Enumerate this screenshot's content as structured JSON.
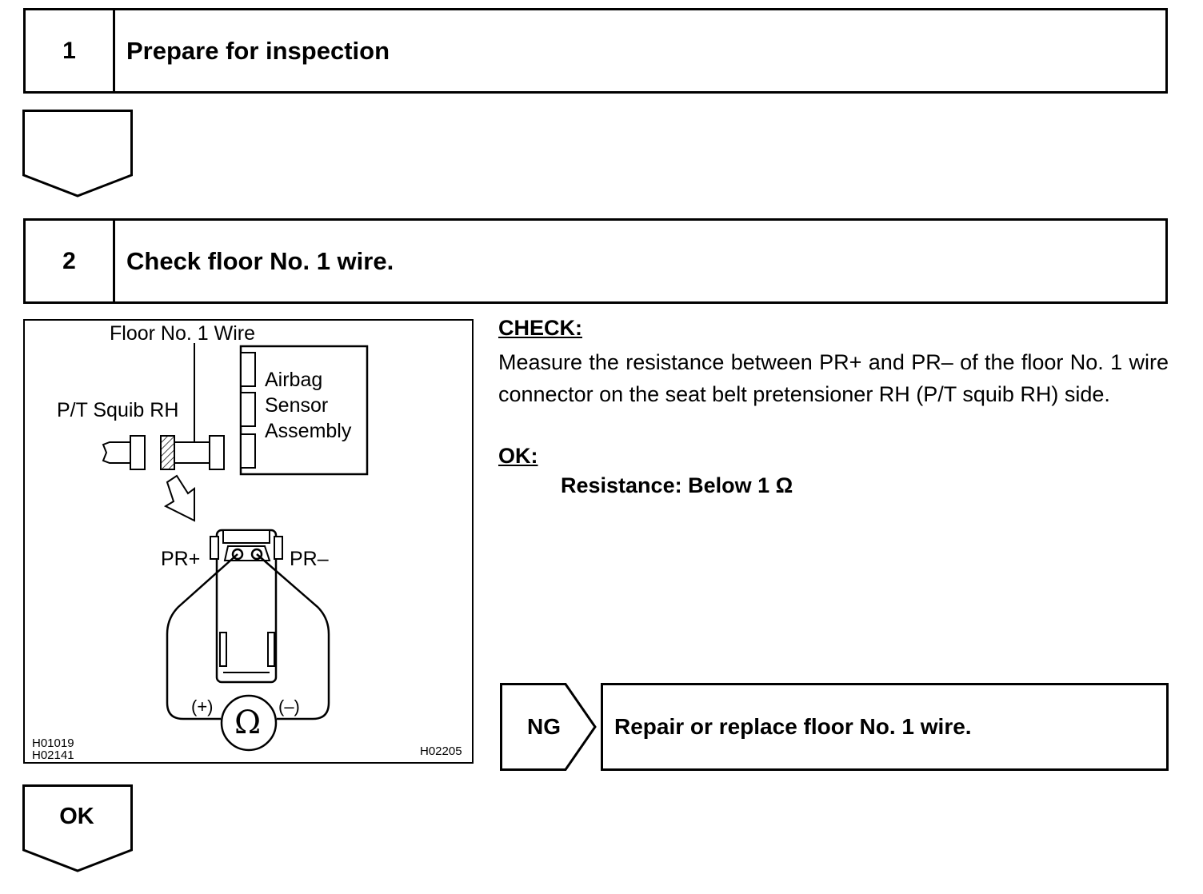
{
  "steps": [
    {
      "number": "1",
      "title": "Prepare for inspection"
    },
    {
      "number": "2",
      "title": "Check floor No. 1 wire."
    }
  ],
  "figure": {
    "wire_label": "Floor No. 1 Wire",
    "squib_label": "P/T Squib RH",
    "sensor_label_1": "Airbag",
    "sensor_label_2": "Sensor",
    "sensor_label_3": "Assembly",
    "pr_plus": "PR+",
    "pr_minus": "PR–",
    "plus_sign": "(+)",
    "minus_sign": "(–)",
    "ohm_symbol": "Ω",
    "code_1": "H01019",
    "code_2": "H02141",
    "code_3": "H02205"
  },
  "instructions": {
    "check_heading": "CHECK:",
    "check_text": "Measure the resistance between PR+ and PR– of the floor No. 1 wire connector on the seat belt pretensioner RH (P/T squib RH) side.",
    "ok_heading": "OK:",
    "spec": "Resistance: Below 1 Ω"
  },
  "result_ng": {
    "label": "NG",
    "action": "Repair or replace floor No. 1 wire."
  },
  "result_ok": {
    "label": "OK"
  }
}
